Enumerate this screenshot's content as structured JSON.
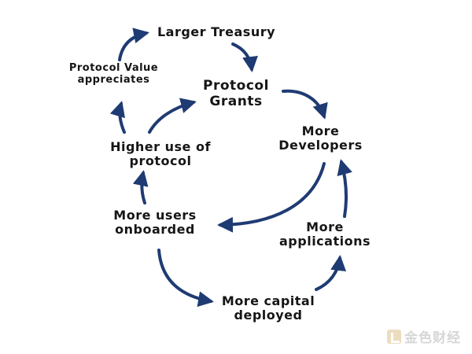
{
  "nodes": {
    "larger_treasury": "Larger Treasury",
    "protocol_grants": [
      "Protocol",
      "Grants"
    ],
    "protocol_value": [
      "Protocol Value",
      "appreciates"
    ],
    "more_developers": [
      "More",
      "Developers"
    ],
    "higher_use": [
      "Higher use of",
      "protocol"
    ],
    "more_users": [
      "More users",
      "onboarded"
    ],
    "more_applications": [
      "More",
      "applications"
    ],
    "more_capital": [
      "More capital",
      "deployed"
    ]
  },
  "watermark": "金色财经",
  "colors": {
    "arrow": "#1f3b73",
    "text": "#161616"
  }
}
